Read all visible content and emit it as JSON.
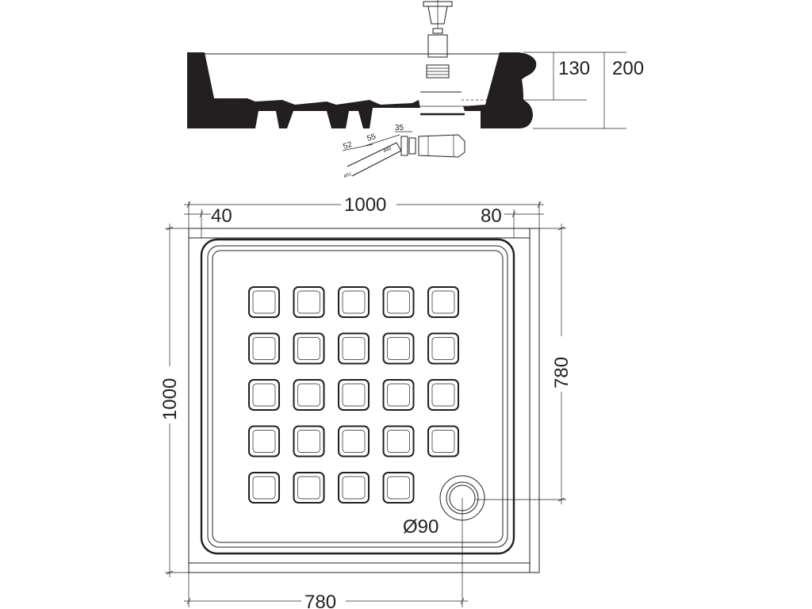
{
  "section_view": {
    "height_inner": "130",
    "height_total": "200",
    "pipe_52": "52",
    "pipe_55": "55",
    "pipe_35": "35",
    "pipe_d40": "ø40",
    "pipe_d51": "ø51"
  },
  "plan_view": {
    "width_total": "1000",
    "rim_left": "40",
    "rim_right": "80",
    "height_total": "1000",
    "drain_y": "780",
    "drain_x": "780",
    "drain_diameter": "Ø90"
  },
  "anti_slip_pads": {
    "rows": [
      5,
      5,
      5,
      5,
      4
    ]
  }
}
